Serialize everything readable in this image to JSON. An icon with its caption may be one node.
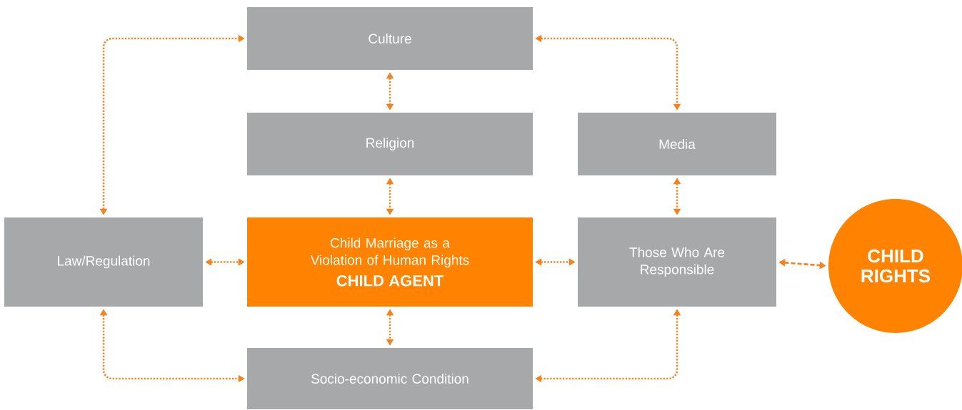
{
  "diagram": {
    "nodes": [
      {
        "text": [
          "Culture"
        ]
      },
      {
        "text": [
          "Religion"
        ]
      },
      {
        "text": [
          "Media"
        ]
      },
      {
        "text": [
          "Law/Regulation"
        ]
      },
      {
        "text": [
          "Child Marriage as a Violation of Human Rights",
          "CHILD AGENT"
        ]
      },
      {
        "text": [
          "Those Who Are Responsible"
        ]
      },
      {
        "text": [
          "CHILD RIGHTS"
        ]
      },
      {
        "text": [
          "Socio-economic Condition"
        ]
      }
    ],
    "edges": [
      {
        "from": 3,
        "to": 0,
        "arrow": "both"
      },
      {
        "from": 0,
        "to": 1,
        "arrow": "both"
      },
      {
        "from": 0,
        "to": 2,
        "arrow": "both"
      },
      {
        "from": 1,
        "to": 4,
        "arrow": "both"
      },
      {
        "from": 2,
        "to": 5,
        "arrow": "both"
      },
      {
        "from": 3,
        "to": 4,
        "arrow": "both"
      },
      {
        "from": 4,
        "to": 5,
        "arrow": "both"
      },
      {
        "from": 5,
        "to": 6,
        "arrow": "both",
        "style": "dashed"
      },
      {
        "from": 4,
        "to": 7,
        "arrow": "both"
      },
      {
        "from": 3,
        "to": 7,
        "arrow": "both"
      },
      {
        "from": 5,
        "to": 7,
        "arrow": "both"
      }
    ]
  }
}
